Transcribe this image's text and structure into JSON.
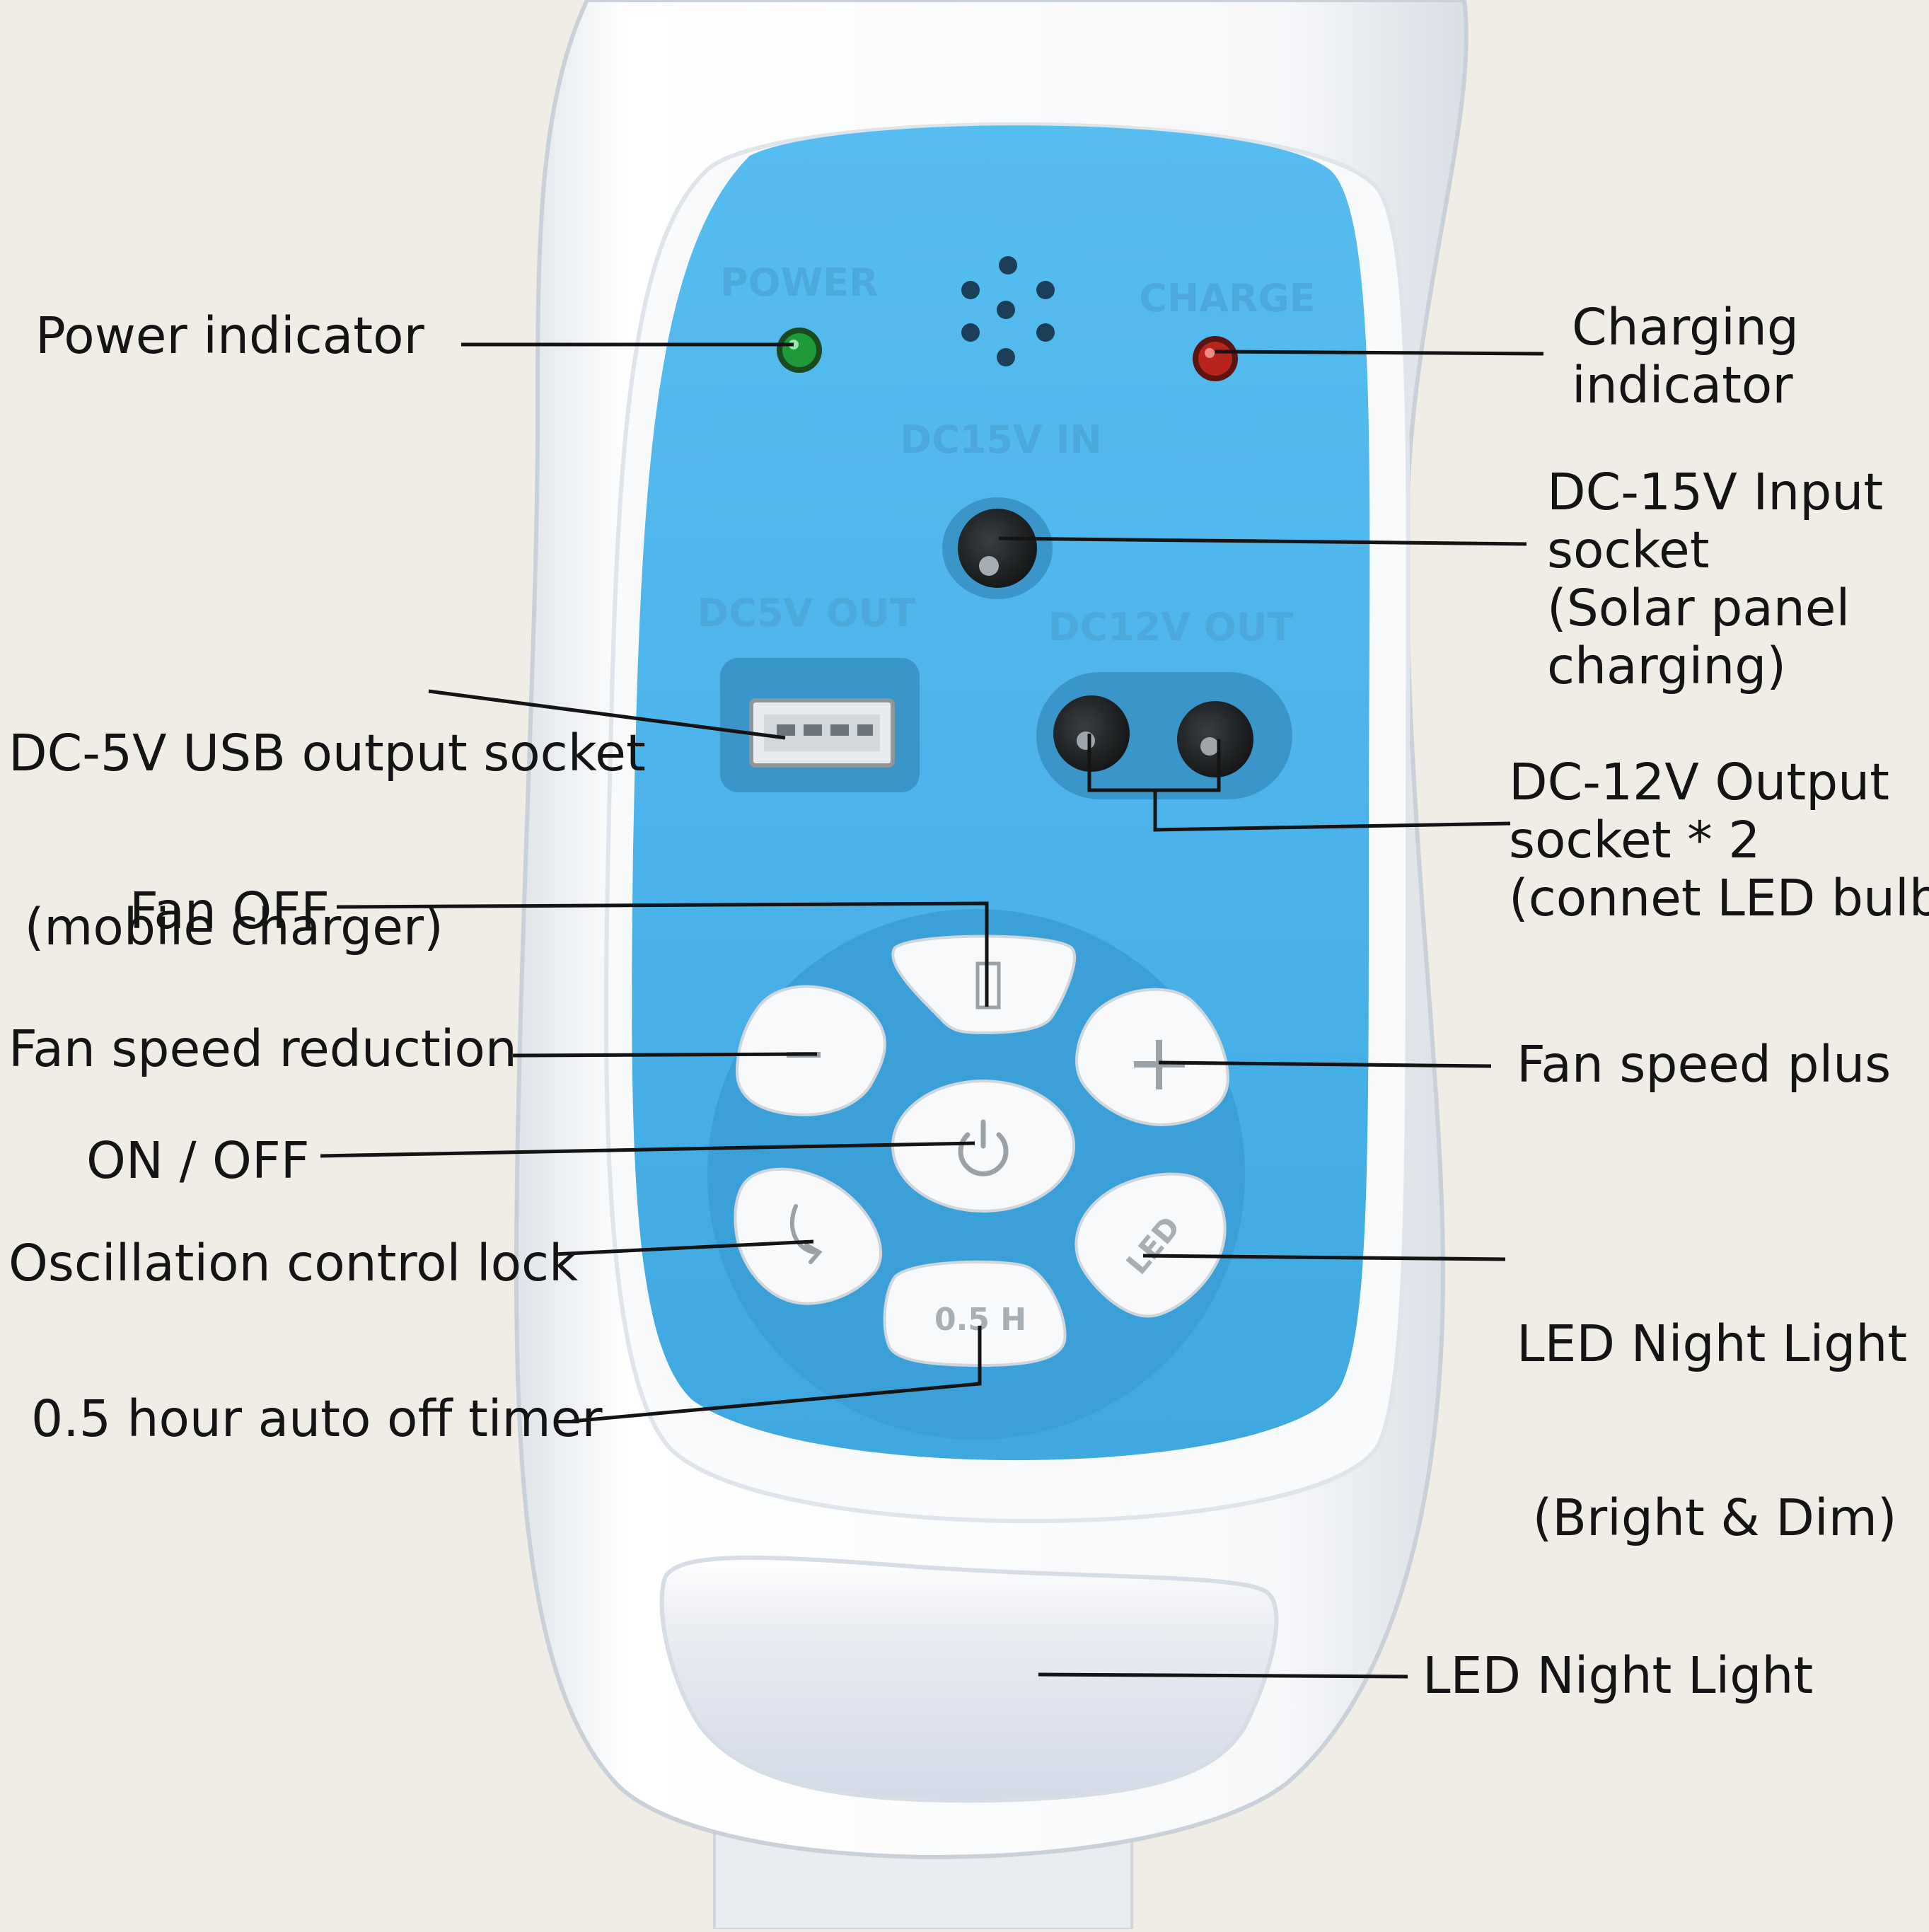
{
  "device": {
    "panel_markings": {
      "power": "POWER",
      "charge": "CHARGE",
      "dc15v_in": "DC15V IN",
      "dc5v_out": "DC5V OUT",
      "dc12v_out": "DC12V OUT",
      "timer_button": "0.5 H",
      "led_button": "LED"
    },
    "colors": {
      "panel_blue": "#4cb4ea",
      "power_led": "#1f9a3a",
      "charge_led": "#b8231e",
      "body": "#f4f6f8"
    },
    "icons": {
      "off_button": "rectangle-icon",
      "minus_button": "minus-icon",
      "plus_button": "plus-icon",
      "power_button": "power-icon",
      "oscillation_button": "rotate-arrow-icon"
    }
  },
  "annotations": {
    "power_indicator": [
      "Power indicator"
    ],
    "charging_indicator": [
      "Charging",
      "indicator"
    ],
    "dc15v_input": [
      "DC-15V Input",
      "socket",
      "(Solar panel",
      "charging)"
    ],
    "dc5v_usb": [
      "DC-5V USB output socket",
      " (mobile charger)"
    ],
    "dc12v_output": [
      "DC-12V Output",
      "socket * 2",
      "(connet LED bulbs"
    ],
    "fan_off": [
      "Fan OFF"
    ],
    "fan_speed_reduction": [
      "Fan speed reduction"
    ],
    "fan_speed_plus": [
      "Fan speed plus"
    ],
    "on_off": [
      "ON / OFF"
    ],
    "oscillation_lock": [
      "Oscillation control lock"
    ],
    "led_night_light_control": [
      "LED Night Light",
      " (Bright & Dim)"
    ],
    "auto_off_timer": [
      "0.5 hour auto off timer"
    ],
    "led_night_light": [
      "LED Night Light"
    ]
  }
}
